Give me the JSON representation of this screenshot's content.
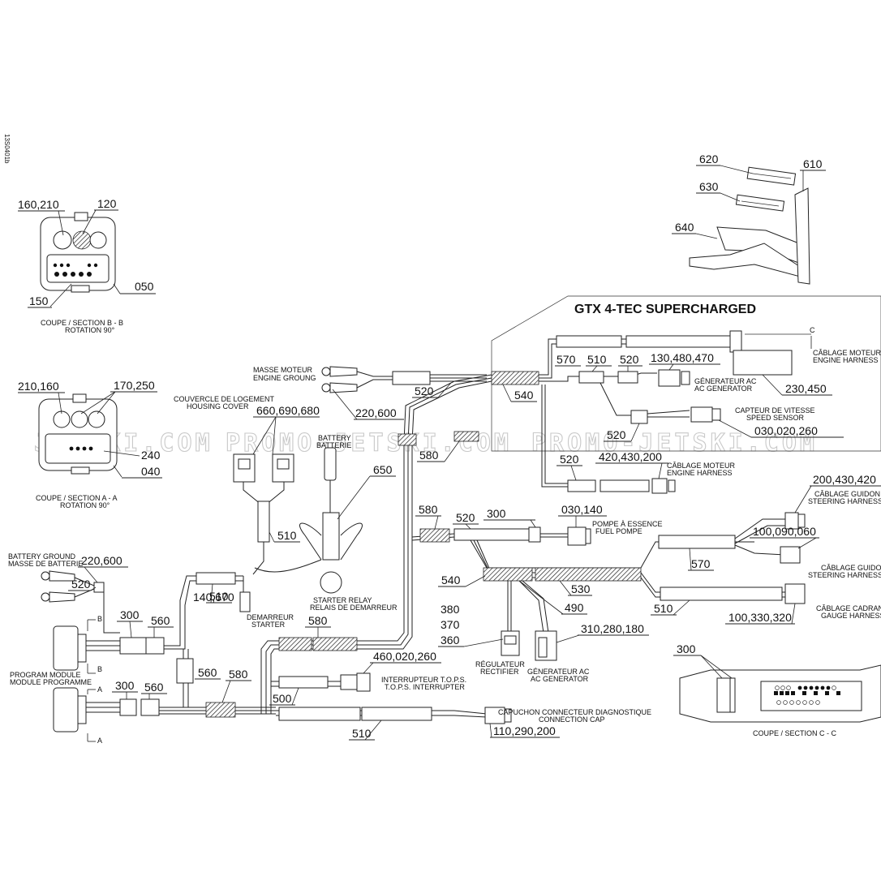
{
  "doc_id": "13S0401b",
  "title": "GTX 4-TEC SUPERCHARGED",
  "watermarks": [
    "JETSKI.COM",
    "PROMO-JETSKI.COM",
    "PROMO-JETSKI.COM"
  ],
  "callouts": {
    "c160210": "160,210",
    "c120": "120",
    "c150": "150",
    "c050": "050",
    "c210160": "210,160",
    "c170250": "170,250",
    "c240": "240",
    "c040": "040",
    "c620": "620",
    "c610": "610",
    "c630": "630",
    "c640": "640",
    "c660690680": "660,690,680",
    "c650": "650",
    "c510_relay": "510",
    "c220600_top": "220,600",
    "c520_top": "520",
    "c540_top": "540",
    "c580_top": "580",
    "c570": "570",
    "c510_top": "510",
    "c520_mid": "520",
    "c130480470": "130,480,470",
    "c230450": "230,450",
    "c520_sensor": "520",
    "c030020260": "030,020,260",
    "c520_engine2": "520",
    "c420430200": "420,430,200",
    "c200430420": "200,430,420",
    "c100090060": "100,090,060",
    "c570_right": "570",
    "c510_right": "510",
    "c100330320": "100,330,320",
    "c580_mid": "580",
    "c520_fuel": "520",
    "c300_fuel": "300",
    "c030140": "030,140",
    "c540_mid": "540",
    "c530": "530",
    "c490": "490",
    "c380": "380",
    "c370": "370",
    "c360": "360",
    "c310280180": "310,280,180",
    "c220600_batt": "220,600",
    "c520_batt": "520",
    "c300_a": "300",
    "c560_a": "560",
    "c510_starter": "510",
    "c140670": "140,670",
    "c580_low": "580",
    "c460020260": "460,020,260",
    "c500": "500",
    "c560_b": "560",
    "c580_b": "580",
    "c300_b": "300",
    "c560_c": "560",
    "c510_bottom": "510",
    "c110290200": "110,290,200",
    "c300_section": "300"
  },
  "labels": {
    "section_bb": "COUPE / SECTION B - B",
    "rot_bb": "ROTATION 90°",
    "section_aa": "COUPE / SECTION A - A",
    "rot_aa": "ROTATION 90°",
    "section_cc": "COUPE / SECTION C - C",
    "housing_fr": "COUVERCLE DE LOGEMENT",
    "housing_en": "HOUSING COVER",
    "battery_fr": "BATTERY",
    "battery_en": "BATTERIE",
    "engine_ground_fr": "MASSE MOTEUR",
    "engine_ground_en": "ENGINE GROUNG",
    "engine_harness_fr": "CÂBLAGE MOTEUR",
    "engine_harness_en": "ENGINE HARNESS",
    "ac_gen_fr": "GÉNERATEUR AC",
    "ac_gen_en": "AC GENERATOR",
    "speed_fr": "CAPTEUR DE VITESSE",
    "speed_en": "SPEED SENSOR",
    "engine_harness2_fr": "CÂBLAGE MOTEUR",
    "engine_harness2_en": "ENGINE HARNESS",
    "steer1_fr": "CÂBLAGE GUIDON",
    "steer1_en": "STEERING HARNESS",
    "steer2_fr": "CÂBLAGE GUIDON",
    "steer2_en": "STEERING HARNESS",
    "gauge_fr": "CÂBLAGE CADRAN",
    "gauge_en": "GAUGE HARNESS",
    "fuel_fr": "POMPE À ESSENCE",
    "fuel_en": "FUEL POMPE",
    "relay_en": "STARTER RELAY",
    "relay_fr": "RELAIS DE DEMARREUR",
    "starter_fr": "DEMARREUR",
    "starter_en": "STARTER",
    "batt_ground_en": "BATTERY GROUND",
    "batt_ground_fr": "MASSE DE BATTERIE",
    "program_en": "PROGRAM MODULE",
    "program_fr": "MODULE PROGRAMME",
    "regulator_fr": "RÉGULATEUR",
    "regulator_en": "RECTIFIER",
    "ac_gen2_fr": "GÉNERATEUR AC",
    "ac_gen2_en": "AC GENERATOR",
    "tops_fr": "INTERRUPTEUR T.O.P.S.",
    "tops_en": "T.O.P.S. INTERRUPTER",
    "diag_fr": "CAPUCHON CONNECTEUR DIAGNOSTIQUE",
    "diag_en": "CONNECTION CAP",
    "mark_b": "B",
    "mark_b2": "B",
    "mark_a": "A",
    "mark_a2": "A",
    "mark_c": "C"
  }
}
